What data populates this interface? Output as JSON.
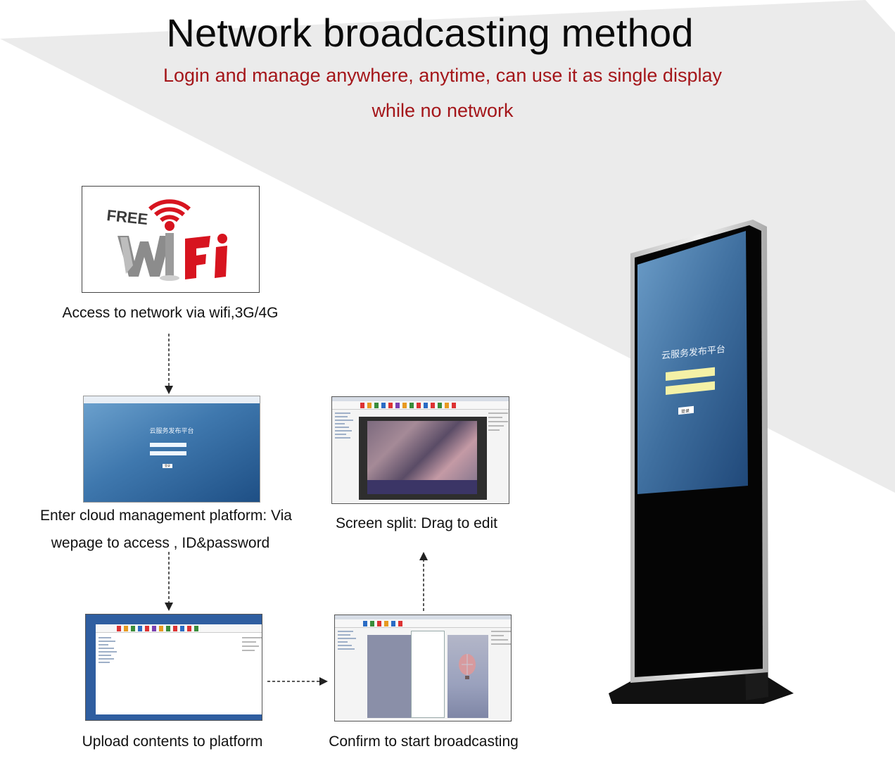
{
  "title": "Network broadcasting method",
  "subtitle_line1": "Login and manage anywhere, anytime, can use it as single display",
  "subtitle_line2": "while no network",
  "steps": {
    "wifi": {
      "caption": "Access to network via wifi,3G/4G",
      "logo_free": "FREE",
      "logo_wifi": "WiFi"
    },
    "login": {
      "caption_line1": "Enter cloud management platform: Via",
      "caption_line2": "wepage to access , ID&password",
      "platform_name": "云服务发布平台",
      "login_button": "登录"
    },
    "split": {
      "caption": "Screen split: Drag to edit"
    },
    "upload": {
      "caption": "Upload contents to platform"
    },
    "broadcast": {
      "caption": "Confirm to start broadcasting"
    }
  },
  "kiosk_screen": {
    "platform_name": "云服务发布平台",
    "login_button": "登录"
  },
  "colors": {
    "title": "#0a0a0a",
    "subtitle": "#a4161a",
    "wifi_red": "#d7141f",
    "screen_blue": "#3f78ae",
    "input_yellow": "#f4f1a6"
  }
}
